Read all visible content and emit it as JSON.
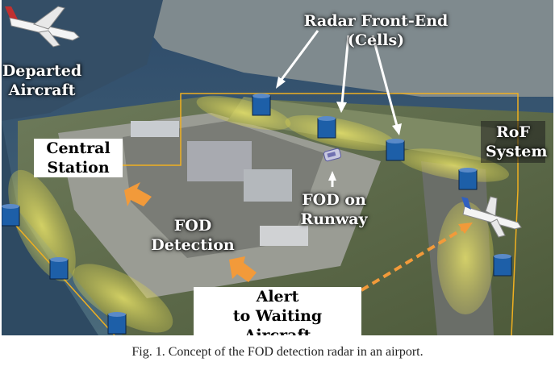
{
  "labels": {
    "radar_front_end": "Radar Front-End (Cells)",
    "departed_aircraft": [
      "Departed",
      "Aircraft"
    ],
    "central_station": [
      "Central",
      "Station"
    ],
    "rof_system": [
      "RoF",
      "System"
    ],
    "fod_on_runway": [
      "FOD on",
      "Runway"
    ],
    "fod_detection": [
      "FOD",
      "Detection"
    ],
    "alert": [
      "Alert",
      "to Waiting Aircraft"
    ]
  },
  "caption": "Fig. 1.   Concept of the FOD detection radar in an airport.",
  "colors": {
    "fiber_line": "#f0b020",
    "radar_cell": "#1d5fa8",
    "coverage": "#e8e060",
    "orange_arrow": "#f29a3a"
  }
}
